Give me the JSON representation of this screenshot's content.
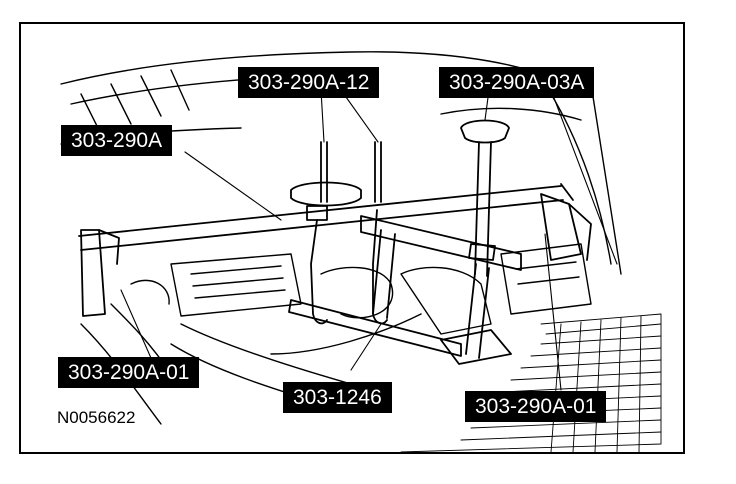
{
  "figure": {
    "id": "N0056622",
    "callouts": [
      {
        "key": "main_tool",
        "text": "303-290A"
      },
      {
        "key": "hook_tool",
        "text": "303-290A-12"
      },
      {
        "key": "handle_tool",
        "text": "303-290A-03A"
      },
      {
        "key": "left_bracket",
        "text": "303-290A-01"
      },
      {
        "key": "center_tool",
        "text": "303-1246"
      },
      {
        "key": "right_bracket",
        "text": "303-290A-01"
      }
    ]
  },
  "colors": {
    "ink": "#000000",
    "paper": "#ffffff"
  }
}
